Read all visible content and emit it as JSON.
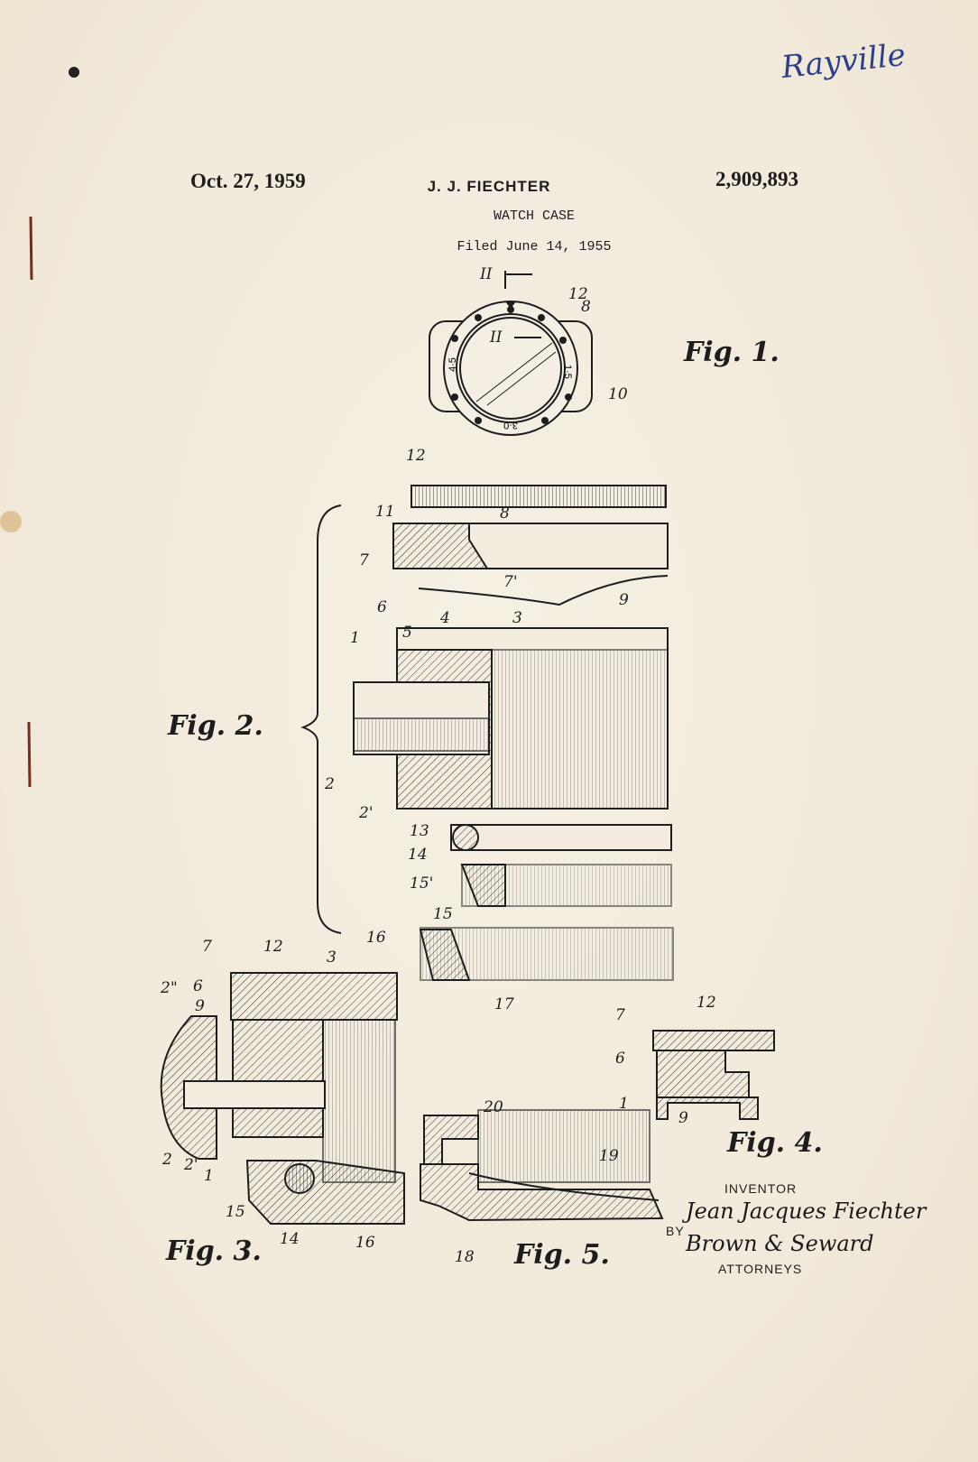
{
  "patent": {
    "date": "Oct. 27, 1959",
    "inventor_name": "J. J. FIECHTER",
    "patent_number": "2,909,893",
    "title": "WATCH CASE",
    "filed": "Filed June 14, 1955"
  },
  "annotation_handwritten": "Rayville",
  "figures": {
    "fig1": "Fig. 1.",
    "fig2": "Fig. 2.",
    "fig3": "Fig. 3.",
    "fig4": "Fig. 4.",
    "fig5": "Fig. 5."
  },
  "section_marks": [
    "II",
    "II"
  ],
  "dial_numbers": [
    "4·5",
    "1·5",
    "3·0"
  ],
  "reference_numerals": [
    "1",
    "2",
    "2'",
    "2\"",
    "3",
    "4",
    "5",
    "6",
    "7",
    "7'",
    "8",
    "9",
    "10",
    "11",
    "12",
    "13",
    "14",
    "15",
    "15'",
    "16",
    "17",
    "18",
    "19",
    "20"
  ],
  "signature": {
    "inventor_label": "INVENTOR",
    "inventor_signature": "Jean Jacques Fiechter",
    "by": "BY",
    "attorney_signature": "Brown & Seward",
    "attorneys_label": "ATTORNEYS"
  }
}
